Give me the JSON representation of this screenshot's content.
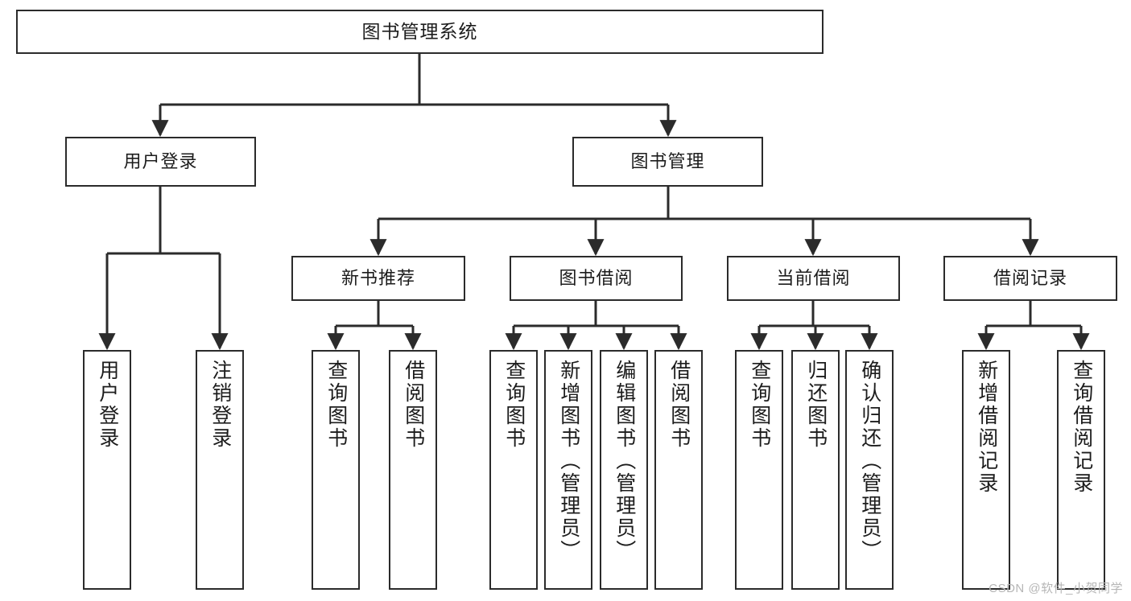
{
  "diagram": {
    "type": "tree",
    "title": "图书管理系统",
    "watermark": "CSDN @软件_小贺同学",
    "colors": {
      "box_border": "#2b2b2b",
      "box_fill": "#ffffff",
      "connector": "#2b2b2b",
      "text": "#1c1c1c",
      "watermark": "#b6b6b6",
      "background": "#ffffff"
    },
    "levels": {
      "root": "图书管理系统",
      "level2": [
        "用户登录",
        "图书管理"
      ],
      "level3": [
        "新书推荐",
        "图书借阅",
        "当前借阅",
        "借阅记录"
      ]
    },
    "nodes": {
      "root": {
        "label": "图书管理系统"
      },
      "user_login": {
        "label": "用户登录"
      },
      "book_manage": {
        "label": "图书管理"
      },
      "new_book_rec": {
        "label": "新书推荐"
      },
      "book_borrow": {
        "label": "图书借阅"
      },
      "current_borrow": {
        "label": "当前借阅"
      },
      "borrow_record": {
        "label": "借阅记录"
      },
      "leaf_user_login": {
        "label": "用户登录"
      },
      "leaf_user_logout": {
        "label": "注销登录"
      },
      "leaf_query_book_1": {
        "label": "查询图书"
      },
      "leaf_borrow_book_1": {
        "label": "借阅图书"
      },
      "leaf_query_book_2": {
        "label": "查询图书"
      },
      "leaf_add_book_admin": {
        "label": "新增图书（管理员）"
      },
      "leaf_edit_book_admin": {
        "label": "编辑图书（管理员）"
      },
      "leaf_borrow_book_2": {
        "label": "借阅图书"
      },
      "leaf_query_book_3": {
        "label": "查询图书"
      },
      "leaf_return_book": {
        "label": "归还图书"
      },
      "leaf_confirm_return_admin": {
        "label": "确认归还（管理员）"
      },
      "leaf_add_borrow_record": {
        "label": "新增借阅记录"
      },
      "leaf_query_borrow_record": {
        "label": "查询借阅记录"
      }
    },
    "edges": [
      {
        "from": "root",
        "to": "user_login"
      },
      {
        "from": "root",
        "to": "book_manage"
      },
      {
        "from": "user_login",
        "to": "leaf_user_login"
      },
      {
        "from": "user_login",
        "to": "leaf_user_logout"
      },
      {
        "from": "book_manage",
        "to": "new_book_rec"
      },
      {
        "from": "book_manage",
        "to": "book_borrow"
      },
      {
        "from": "book_manage",
        "to": "current_borrow"
      },
      {
        "from": "book_manage",
        "to": "borrow_record"
      },
      {
        "from": "new_book_rec",
        "to": "leaf_query_book_1"
      },
      {
        "from": "new_book_rec",
        "to": "leaf_borrow_book_1"
      },
      {
        "from": "book_borrow",
        "to": "leaf_query_book_2"
      },
      {
        "from": "book_borrow",
        "to": "leaf_add_book_admin"
      },
      {
        "from": "book_borrow",
        "to": "leaf_edit_book_admin"
      },
      {
        "from": "book_borrow",
        "to": "leaf_borrow_book_2"
      },
      {
        "from": "current_borrow",
        "to": "leaf_query_book_3"
      },
      {
        "from": "current_borrow",
        "to": "leaf_return_book"
      },
      {
        "from": "current_borrow",
        "to": "leaf_confirm_return_admin"
      },
      {
        "from": "borrow_record",
        "to": "leaf_add_borrow_record"
      },
      {
        "from": "borrow_record",
        "to": "leaf_query_borrow_record"
      }
    ]
  }
}
